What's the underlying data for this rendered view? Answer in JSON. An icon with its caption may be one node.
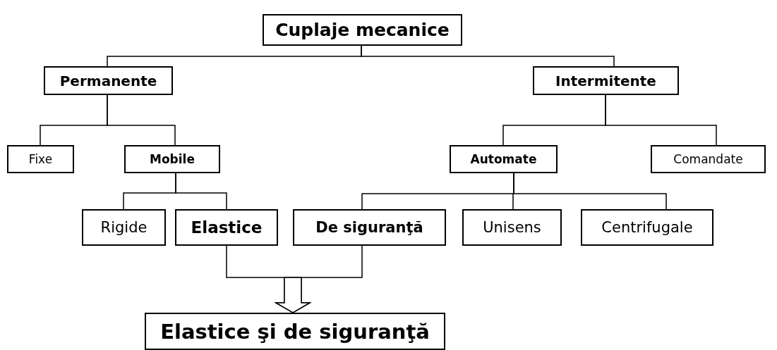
{
  "diagram": {
    "nodes": [
      {
        "text": [
          "Cuplaje mecanice"
        ]
      },
      {
        "text": [
          "Permanente"
        ]
      },
      {
        "text": [
          "Intermitente"
        ]
      },
      {
        "text": [
          "Fixe"
        ]
      },
      {
        "text": [
          "Mobile"
        ]
      },
      {
        "text": [
          "Automate"
        ]
      },
      {
        "text": [
          "Comandate"
        ]
      },
      {
        "text": [
          "Rigide"
        ]
      },
      {
        "text": [
          "Elastice"
        ]
      },
      {
        "text": [
          "De siguranţă"
        ]
      },
      {
        "text": [
          "Unisens"
        ]
      },
      {
        "text": [
          "Centrifugale"
        ]
      },
      {
        "text": [
          "Elastice şi de siguranţă"
        ]
      }
    ],
    "edges": [
      {
        "from": 0,
        "to": 1,
        "arrow": "none"
      },
      {
        "from": 0,
        "to": 2,
        "arrow": "none"
      },
      {
        "from": 1,
        "to": 3,
        "arrow": "none"
      },
      {
        "from": 1,
        "to": 4,
        "arrow": "none"
      },
      {
        "from": 2,
        "to": 5,
        "arrow": "none"
      },
      {
        "from": 2,
        "to": 6,
        "arrow": "none"
      },
      {
        "from": 4,
        "to": 7,
        "arrow": "none"
      },
      {
        "from": 4,
        "to": 8,
        "arrow": "none"
      },
      {
        "from": 5,
        "to": 9,
        "arrow": "none"
      },
      {
        "from": 5,
        "to": 10,
        "arrow": "none"
      },
      {
        "from": 5,
        "to": 11,
        "arrow": "none"
      },
      {
        "from": 8,
        "to": 12,
        "arrow": "to"
      },
      {
        "from": 9,
        "to": 12,
        "arrow": "to"
      }
    ]
  }
}
